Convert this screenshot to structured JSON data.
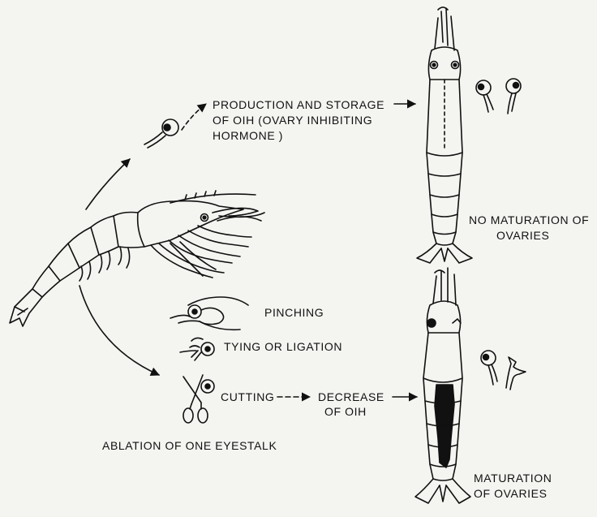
{
  "labels": {
    "production_line1": "PRODUCTION AND STORAGE",
    "production_line2": "OF OIH (OVARY INHIBITING",
    "production_line3": "HORMONE )",
    "no_maturation_line1": "NO MATURATION OF",
    "no_maturation_line2": "OVARIES",
    "pinching": "PINCHING",
    "tying": "TYING OR LIGATION",
    "cutting": "CUTTING",
    "decrease_line1": "DECREASE",
    "decrease_line2": "OF OIH",
    "ablation": "ABLATION OF ONE EYESTALK",
    "maturation_line1": "MATURATION",
    "maturation_line2": "OF OVARIES"
  },
  "icons": [
    "eyestalk-icon",
    "shrimp-lateral-icon",
    "shrimp-dorsal-icon",
    "pinching-hand-icon",
    "ligated-eyestalk-icon",
    "scissors-icon",
    "ablated-eyestalk-icon"
  ],
  "colors": {
    "ink": "#111111",
    "paper": "#f4f4f1",
    "ovary_fill": "#111111"
  }
}
